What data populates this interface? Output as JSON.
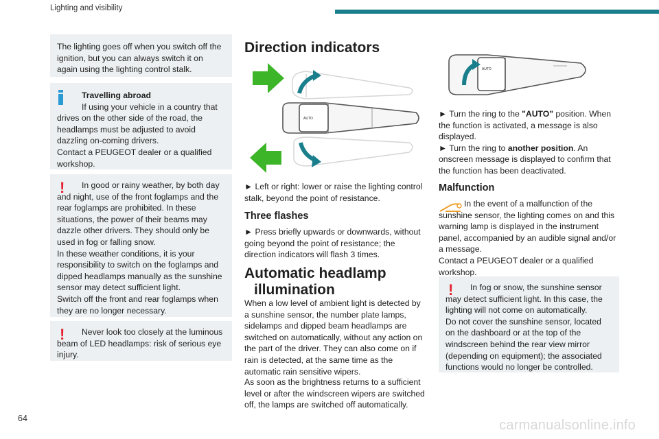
{
  "header": {
    "title": "Lighting and visibility",
    "accent": "#1a7f8c"
  },
  "page": {
    "number": "64"
  },
  "watermark": "carmanualsonline.info",
  "col1": {
    "box1": "The lighting goes off when you switch off the ignition, but you can always switch it on again using the lighting control stalk.",
    "box2": {
      "title": "Travelling abroad",
      "body": "If using your vehicle in a country that drives on the other side of the road, the headlamps must be adjusted to avoid dazzling on-coming drivers.",
      "contact": "Contact a PEUGEOT dealer or a qualified workshop."
    },
    "box3": {
      "line1": "In good or rainy weather, by both day and night, use of the front foglamps and the rear foglamps are prohibited. In these situations, the power of their beams may dazzle other drivers. They should only be used in fog or falling snow.",
      "line2": "In these weather conditions, it is your responsibility to switch on the foglamps and dipped headlamps manually as the sunshine sensor may detect sufficient light.",
      "line3": "Switch off the front and rear foglamps when they are no longer necessary."
    },
    "box4": "Never look too closely at the luminous beam of LED headlamps: risk of serious eye injury."
  },
  "col2": {
    "heading": "Direction indicators",
    "stalk_label_auto": "AUTO",
    "bullet1": "► Left or right: lower or raise the lighting control stalk, beyond the point of resistance.",
    "subheading": "Three flashes",
    "bullet2": "► Press briefly upwards or downwards, without going beyond the point of resistance; the direction indicators will flash 3 times.",
    "heading2_line1": "Automatic headlamp",
    "heading2_line2": "illumination",
    "para1": "When a low level of ambient light is detected by a sunshine sensor, the number plate lamps, sidelamps and dipped beam headlamps are switched on automatically, without any action on the part of the driver. They can also come on if rain is detected, at the same time as the automatic rain sensitive wipers.",
    "para2": "As soon as the brightness returns to a sufficient level or after the windscreen wipers are switched off, the lamps are switched off automatically."
  },
  "col3": {
    "stalk_label_auto": "AUTO",
    "bullet1_pre": "► Turn the ring to the ",
    "bullet1_bold": "\"AUTO\"",
    "bullet1_post": " position. When the function is activated, a message is also displayed.",
    "bullet2_pre": "► Turn the ring to ",
    "bullet2_bold": "another position",
    "bullet2_post": ". An onscreen message is displayed to confirm that the function has been deactivated.",
    "subheading": "Malfunction",
    "malfunction1": "In the event of a malfunction of the sunshine sensor, the lighting comes on and this warning lamp is displayed in the instrument panel, accompanied by an audible signal and/or a message.",
    "malfunction2": "Contact a PEUGEOT dealer or a qualified workshop.",
    "warn_line1": "In fog or snow, the sunshine sensor may detect sufficient light. In this case, the lighting will not come on automatically.",
    "warn_line2": "Do not cover the sunshine sensor, located on the dashboard or at the top of the windscreen behind the rear view mirror (depending on equipment); the associated functions would no longer be controlled."
  },
  "colors": {
    "warning": "#e42330",
    "info": "#2a9ad3",
    "arrow_green": "#3db528",
    "box_bg": "#edf0f2",
    "stalk_teal": "#1a7f8c",
    "lamp_orange": "#f0a030"
  }
}
